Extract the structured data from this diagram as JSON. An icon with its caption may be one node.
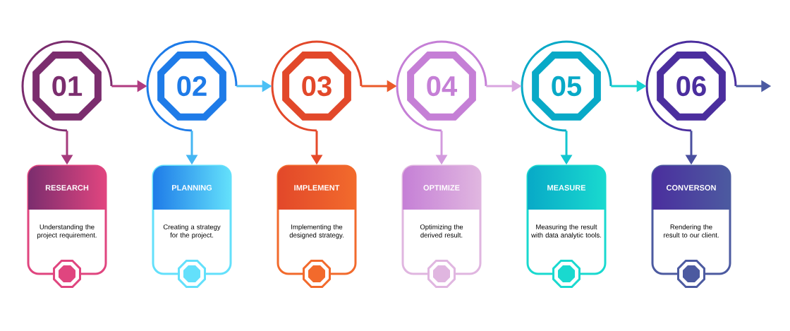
{
  "diagram": {
    "nodes": [
      {
        "text": [
          "01"
        ]
      },
      {
        "text": [
          "RESEARCH",
          "Understanding the project requirement."
        ]
      },
      {
        "text": [
          "02"
        ]
      },
      {
        "text": [
          "PLANNING",
          "Creating a strategy for the project."
        ]
      },
      {
        "text": [
          "03"
        ]
      },
      {
        "text": [
          "IMPLEMENT",
          "Implementing the designed strategy."
        ]
      },
      {
        "text": [
          "04"
        ]
      },
      {
        "text": [
          "OPTIMIZE",
          "Optimizing the derived result."
        ]
      },
      {
        "text": [
          "05"
        ]
      },
      {
        "text": [
          "MEASURE",
          "Measuring the result with data analytic tools."
        ]
      },
      {
        "text": [
          "06"
        ]
      },
      {
        "text": [
          "CONVERSON",
          "Rendering the result to our client."
        ]
      }
    ],
    "edges": [
      {
        "from": 0,
        "to": 1,
        "arrow": "to",
        "color": "#a53a7c"
      },
      {
        "from": 0,
        "to": 2,
        "arrow": "to",
        "color": "#b03b80"
      },
      {
        "from": 2,
        "to": 3,
        "arrow": "to",
        "color": "#45b6f3"
      },
      {
        "from": 2,
        "to": 4,
        "arrow": "to",
        "color": "#4cc0f5"
      },
      {
        "from": 4,
        "to": 5,
        "arrow": "to",
        "color": "#e54a2a"
      },
      {
        "from": 4,
        "to": 6,
        "arrow": "to",
        "color": "#ea5a2a"
      },
      {
        "from": 6,
        "to": 7,
        "arrow": "to",
        "color": "#d39bde"
      },
      {
        "from": 6,
        "to": 8,
        "arrow": "to",
        "color": "#d9a5e0"
      },
      {
        "from": 8,
        "to": 9,
        "arrow": "to",
        "color": "#12c6cf"
      },
      {
        "from": 8,
        "to": 10,
        "arrow": "to",
        "color": "#16d3cf"
      },
      {
        "from": 10,
        "to": 11,
        "arrow": "to",
        "color": "#4a4f9f"
      },
      {
        "from": 10,
        "to": null,
        "arrow": "to",
        "color": "#4c5aa2"
      }
    ]
  }
}
